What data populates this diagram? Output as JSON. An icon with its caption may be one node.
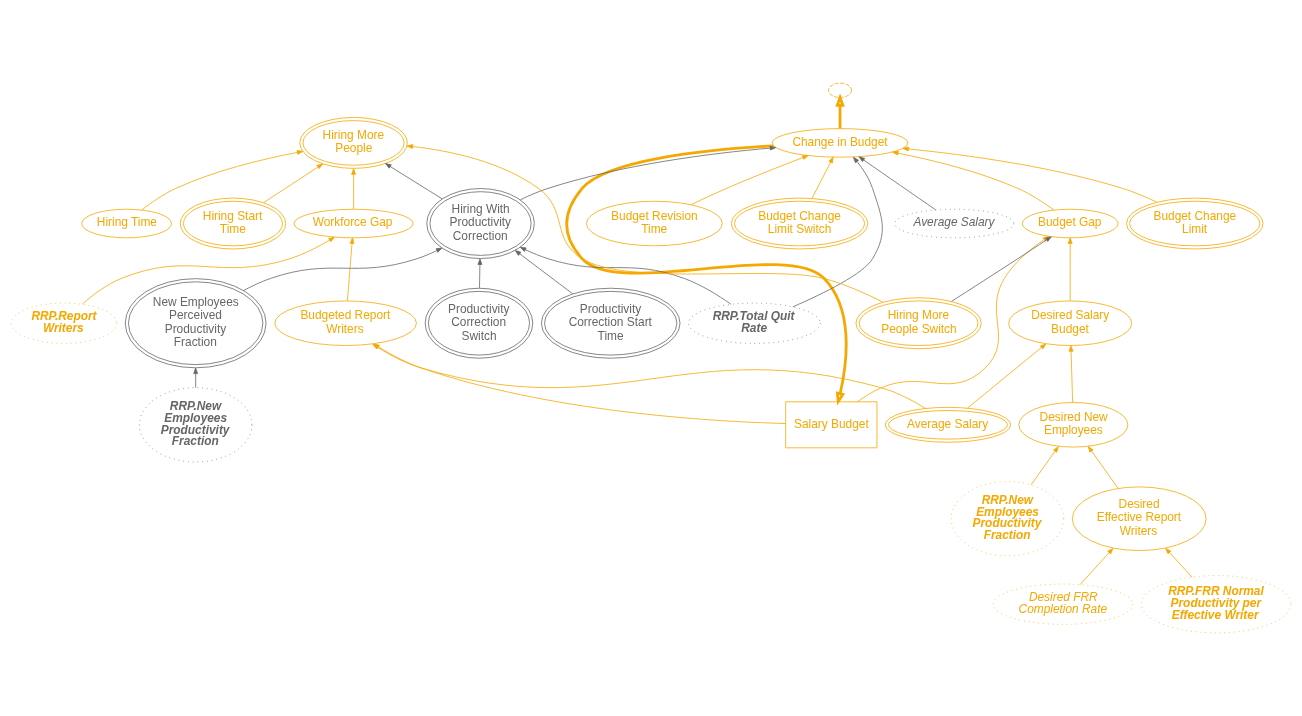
{
  "diagram": {
    "nodes": [
      {
        "text": [
          "Salary Budget"
        ]
      },
      {
        "text": [
          "Change in Budget"
        ]
      },
      {
        "text": [],
        "shape": "cloud"
      },
      {
        "text": [
          "Budgeted Report Writers"
        ]
      },
      {
        "text": [
          "Workforce Gap"
        ]
      },
      {
        "text": [
          "RRP.Report Writers"
        ]
      },
      {
        "text": [
          "Hiring Start Time"
        ]
      },
      {
        "text": [
          "Hiring More People"
        ]
      },
      {
        "text": [
          "Hiring Time"
        ]
      },
      {
        "text": [
          "Average Salary"
        ]
      },
      {
        "text": [
          "Average Salary"
        ]
      },
      {
        "text": [
          "Budget Gap"
        ]
      },
      {
        "text": [
          "RRP.Total Quit Rate"
        ]
      },
      {
        "text": [
          "Desired Salary Budget"
        ]
      },
      {
        "text": [
          "Budget Change Limit"
        ]
      },
      {
        "text": [
          "Budget Revision Time"
        ]
      },
      {
        "text": [
          "RRP.New Employees Productivity Fraction"
        ]
      },
      {
        "text": [
          "Budget Change Limit Switch"
        ]
      },
      {
        "text": [
          "New Employees Perceived Productivity Fraction"
        ]
      },
      {
        "text": [
          "Hiring With Productivity Correction"
        ]
      },
      {
        "text": [
          "Hiring More People Switch"
        ]
      },
      {
        "text": [
          "Desired New Employees"
        ]
      },
      {
        "text": [
          "RRP.New Employees Productivity Fraction"
        ]
      },
      {
        "text": [
          "Productivity Correction Start Time"
        ]
      },
      {
        "text": [
          "Desired Effective Report Writers"
        ]
      },
      {
        "text": [
          "Productivity Correction Switch"
        ]
      },
      {
        "text": [
          "Desired FRR Completion Rate"
        ]
      },
      {
        "text": [
          "RRP.FRR Normal Productivity per Effective Writer"
        ]
      }
    ],
    "edges": [
      {
        "from": 1,
        "to": 0,
        "arrow": "to",
        "style": "thick"
      },
      {
        "from": 1,
        "to": 2,
        "arrow": "to",
        "style": "thick"
      },
      {
        "from": 0,
        "to": 3,
        "arrow": "to"
      },
      {
        "from": 9,
        "to": 3,
        "arrow": "to"
      },
      {
        "from": 3,
        "to": 4,
        "arrow": "to"
      },
      {
        "from": 5,
        "to": 4,
        "arrow": "to"
      },
      {
        "from": 4,
        "to": 7,
        "arrow": "to"
      },
      {
        "from": 6,
        "to": 7,
        "arrow": "to"
      },
      {
        "from": 8,
        "to": 7,
        "arrow": "to"
      },
      {
        "from": 20,
        "to": 7,
        "arrow": "to"
      },
      {
        "from": 19,
        "to": 7,
        "arrow": "to",
        "color": "#666666"
      },
      {
        "from": 0,
        "to": 11,
        "arrow": "to"
      },
      {
        "from": 13,
        "to": 11,
        "arrow": "to"
      },
      {
        "from": 11,
        "to": 1,
        "arrow": "to"
      },
      {
        "from": 14,
        "to": 1,
        "arrow": "to"
      },
      {
        "from": 15,
        "to": 1,
        "arrow": "to"
      },
      {
        "from": 17,
        "to": 1,
        "arrow": "to"
      },
      {
        "from": 10,
        "to": 1,
        "arrow": "to",
        "color": "#666666"
      },
      {
        "from": 12,
        "to": 1,
        "arrow": "to",
        "color": "#666666"
      },
      {
        "from": 19,
        "to": 1,
        "arrow": "to",
        "color": "#666666"
      },
      {
        "from": 12,
        "to": 19,
        "arrow": "to",
        "color": "#666666"
      },
      {
        "from": 20,
        "to": 11,
        "arrow": "to",
        "color": "#666666"
      },
      {
        "from": 9,
        "to": 13,
        "arrow": "to"
      },
      {
        "from": 21,
        "to": 13,
        "arrow": "to"
      },
      {
        "from": 16,
        "to": 21,
        "arrow": "to"
      },
      {
        "from": 24,
        "to": 21,
        "arrow": "to"
      },
      {
        "from": 26,
        "to": 24,
        "arrow": "to"
      },
      {
        "from": 27,
        "to": 24,
        "arrow": "to"
      },
      {
        "from": 22,
        "to": 18,
        "arrow": "to",
        "color": "#666666"
      },
      {
        "from": 18,
        "to": 19,
        "arrow": "to",
        "color": "#666666"
      },
      {
        "from": 25,
        "to": 19,
        "arrow": "to",
        "color": "#666666"
      },
      {
        "from": 23,
        "to": 19,
        "arrow": "to",
        "color": "#666666"
      }
    ]
  }
}
